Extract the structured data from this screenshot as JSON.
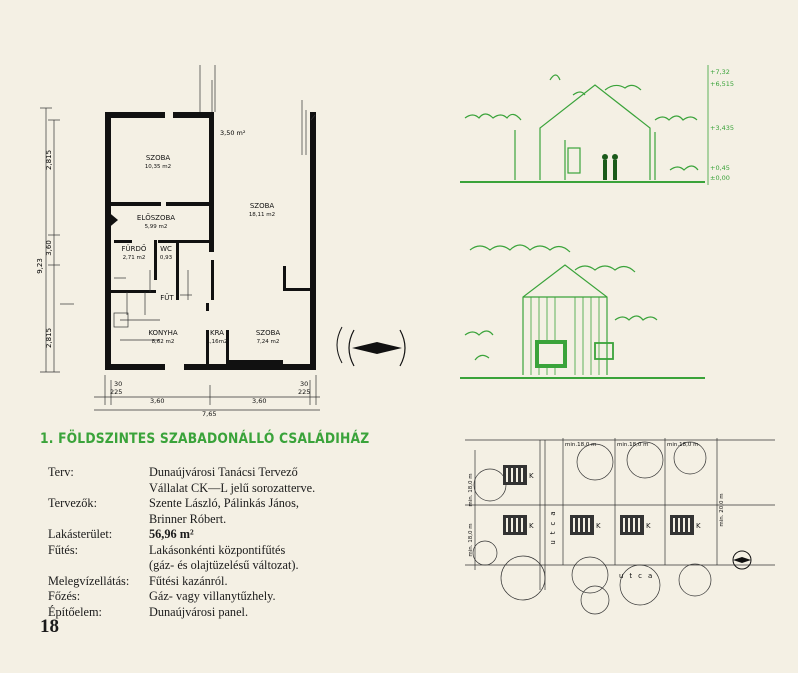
{
  "page_number": "18",
  "title": "1. FÖLDSZINTES SZABADONÁLLÓ CSALÁDIHÁZ",
  "specs": [
    {
      "label": "Terv:",
      "lines": [
        "Dunaújvárosi Tanácsi Tervező",
        "Vállalat CK—L jelű sorozatterve."
      ]
    },
    {
      "label": "Tervezők:",
      "lines": [
        "Szente László, Pálinkás János,",
        "Brinner Róbert."
      ]
    },
    {
      "label": "Lakásterület:",
      "lines": [
        "56,96 m²"
      ],
      "bold": true
    },
    {
      "label": "Fűtés:",
      "lines": [
        "Lakásonkénti központifűtés",
        "(gáz- és olajtüzelésű változat)."
      ]
    },
    {
      "label": "Melegvízellátás:",
      "lines": [
        "Fűtési kazánról."
      ]
    },
    {
      "label": "Főzés:",
      "lines": [
        "Gáz- vagy villanytűzhely."
      ]
    },
    {
      "label": "Építőelem:",
      "lines": [
        "Dunaújvárosi panel."
      ]
    }
  ],
  "plan": {
    "rooms": [
      {
        "name": "SZOBA",
        "area": "10,35 m2"
      },
      {
        "name": "SZOBA",
        "area": "18,11 m2"
      },
      {
        "name": "ELŐSZOBA",
        "area": "5,99 m2"
      },
      {
        "name": "FÜRDŐ",
        "area": "2,71 m2"
      },
      {
        "name": "WC",
        "area": "0,93"
      },
      {
        "name": "FŰT",
        "area": ""
      },
      {
        "name": "KONYHA",
        "area": "8,62 m2"
      },
      {
        "name": "KRA",
        "area": "1,16m2"
      },
      {
        "name": "SZOBA",
        "area": "7,24 m2"
      }
    ],
    "terrace": "3,50 m²",
    "left_dims": [
      "9,23",
      "3,60",
      "2,815",
      "2,815"
    ],
    "bottom_dims": [
      "30",
      "225",
      "3,60",
      "3,60",
      "30",
      "225",
      "7,65"
    ]
  },
  "elevations": {
    "levels_top": [
      "+7,32",
      "+6,515",
      "+3,435",
      "+0,45",
      "±0,00"
    ]
  },
  "site": {
    "dims_top": [
      "min.18,0 m",
      "min.18,0 m",
      "min.18,0 m"
    ],
    "dim_left_1": "min. 18,0 m",
    "dim_left_2": "min. 18,0 m",
    "dim_right": "min. 20,0 m",
    "street_label_1": "utca",
    "street_label_2": "utca",
    "house_marker": "K"
  }
}
